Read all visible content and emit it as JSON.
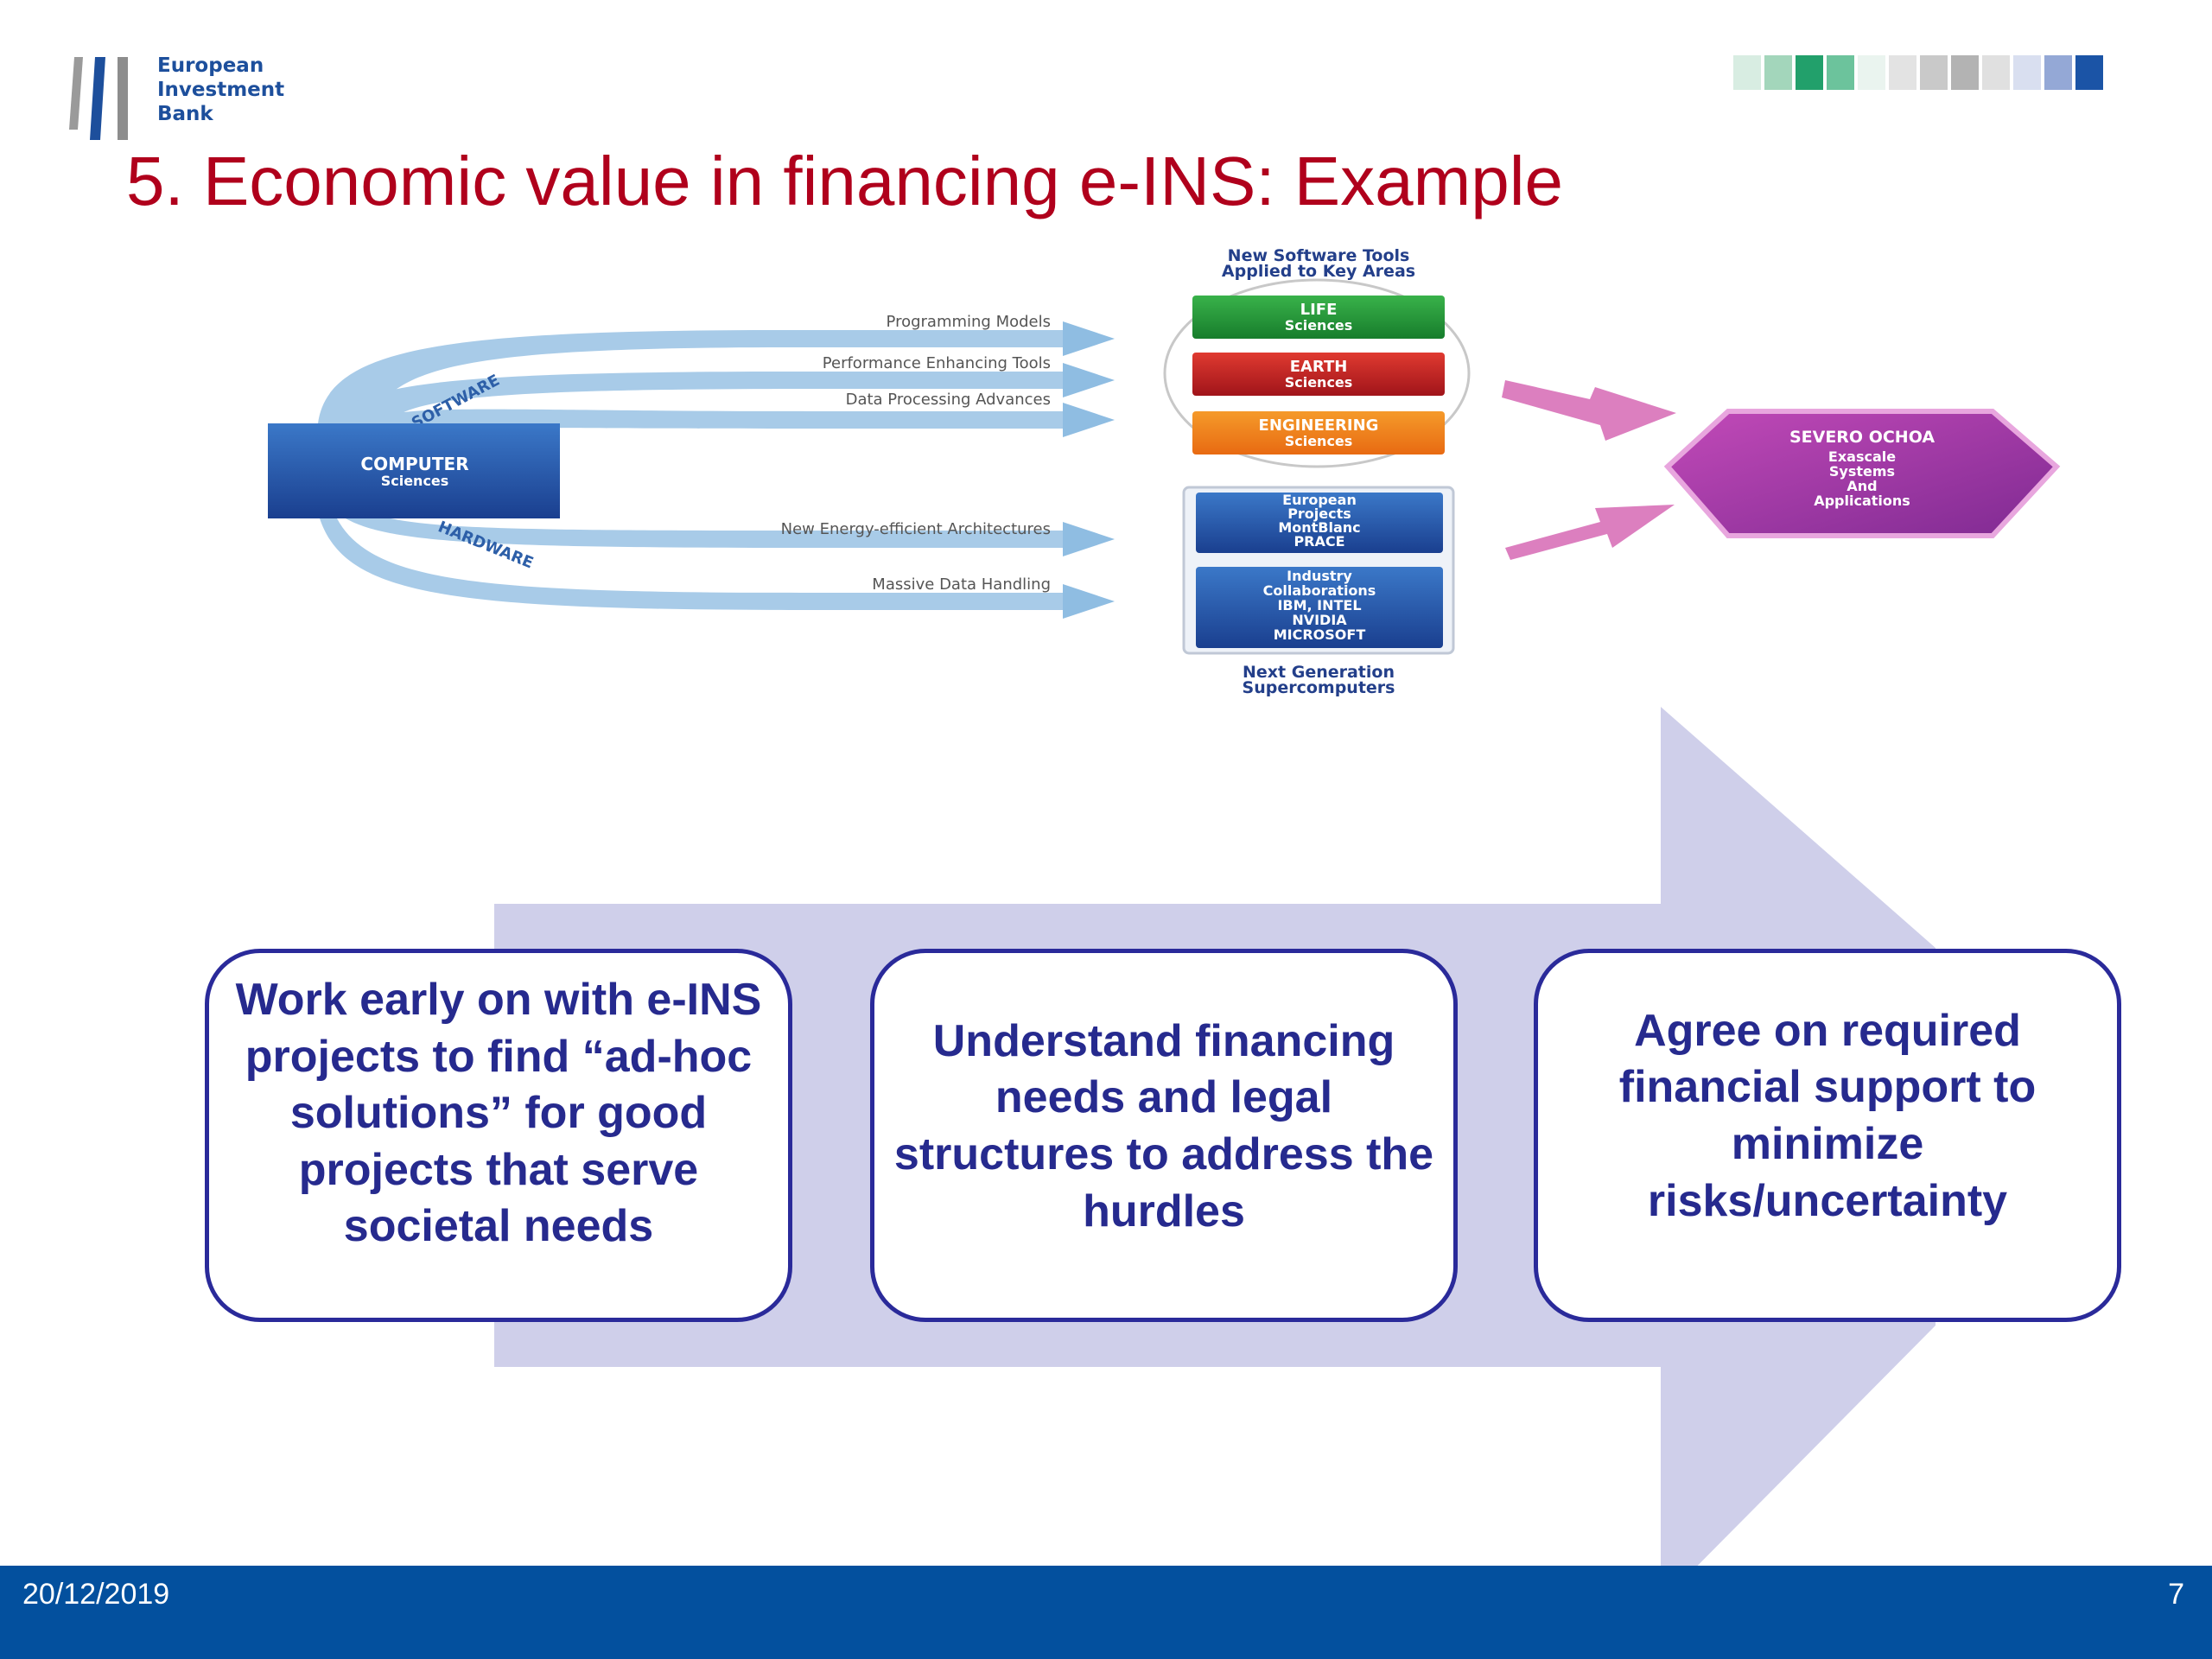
{
  "header": {
    "logo": {
      "line1": "European",
      "line2": "Investment",
      "line3": "Bank"
    },
    "title": "5. Economic value in financing e-INS: Example",
    "palette": [
      "#d8ede2",
      "#a3d6bb",
      "#22a06b",
      "#6cc39c",
      "#eaf4ef",
      "#e3e3e3",
      "#c9c9c9",
      "#b3b3b3",
      "#e0e0e0",
      "#d9dff0",
      "#94a8d6",
      "#1b54a6"
    ]
  },
  "diagram": {
    "computer_box": {
      "line1": "COMPUTER",
      "line2": "Sciences"
    },
    "software_label": "SOFTWARE",
    "hardware_label": "HARDWARE",
    "flows": {
      "programming_models": "Programming Models",
      "performance_tools": "Performance Enhancing Tools",
      "data_processing": "Data Processing Advances",
      "energy_efficient": "New Energy-efficient Architectures",
      "data_handling": "Massive Data Handling"
    },
    "tools_header": {
      "line1": "New Software Tools",
      "line2": "Applied to Key Areas"
    },
    "areas": {
      "life": {
        "line1": "LIFE",
        "line2": "Sciences"
      },
      "earth": {
        "line1": "EARTH",
        "line2": "Sciences"
      },
      "engineering": {
        "line1": "ENGINEERING",
        "line2": "Sciences"
      }
    },
    "european_box": {
      "line1": "European",
      "line2": "Projects",
      "line3": "MontBlanc",
      "line4": "PRACE"
    },
    "industry_box": {
      "line1": "Industry",
      "line2": "Collaborations",
      "line3": "IBM, INTEL",
      "line4": "NVIDIA",
      "line5": "MICROSOFT"
    },
    "supercomputers_label": {
      "line1": "Next Generation",
      "line2": "Supercomputers"
    },
    "severo_ochoa": {
      "line1": "SEVERO OCHOA",
      "line2": "Exascale",
      "line3": "Systems",
      "line4": "And",
      "line5": "Applications"
    }
  },
  "steps": {
    "step1": "Work early on with e-INS projects to find “ad-hoc solutions” for good projects that serve societal needs",
    "step2": "Understand financing needs and legal structures to address the hurdles",
    "step3": "Agree on required financial support to minimize risks/uncertainty"
  },
  "footer": {
    "date": "20/12/2019",
    "page": "7"
  }
}
